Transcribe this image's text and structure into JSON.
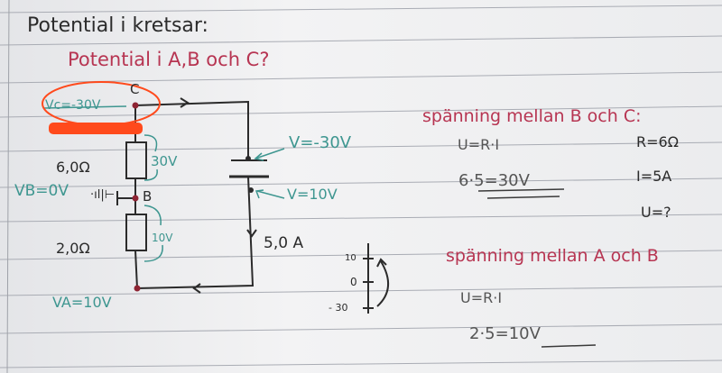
{
  "title": "Potential i kretsar:",
  "question": "Potential i A,B och C?",
  "circuit": {
    "node_c": "C",
    "node_b": "B",
    "vc": "Vc=-30V",
    "vb": "VB=0V",
    "va": "VA=10V",
    "r1": "6,0Ω",
    "r2": "2,0Ω",
    "u1": "30V",
    "u2": "10V",
    "battery_top": "V=-30V",
    "battery_bottom": "V=10V",
    "current": "5,0 A",
    "ground_symbol": "·ıl|⊢"
  },
  "scale": {
    "top": "10",
    "mid": "0",
    "bottom": "- 30"
  },
  "calc_bc": {
    "heading": "spänning mellan B och C:",
    "formula": "U=R·I",
    "result": "6·5=30V",
    "given_r": "R=6Ω",
    "given_i": "I=5A",
    "given_u": "U=?"
  },
  "calc_ab": {
    "heading": "spänning mellan A och B",
    "formula": "U=R·I",
    "result": "2·5=10V"
  },
  "colors": {
    "ink": "#2b2b2b",
    "red": "#b73552",
    "teal": "#3e9690",
    "highlight": "#ff4a1c"
  }
}
